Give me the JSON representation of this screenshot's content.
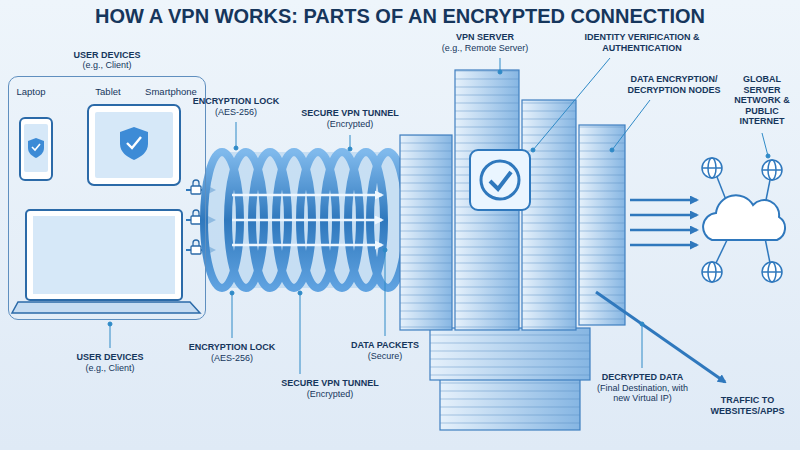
{
  "diagram": {
    "title": "HOW A VPN WORKS: PARTS OF AN ENCRYPTED CONNECTION",
    "nodes": [
      {
        "text": [
          "USER DEVICES (e.g., Client)"
        ]
      }
    ],
    "labels": [
      "Laptop",
      "Tablet",
      "Smartphone",
      "ENCRYPTION LOCK (AES-256)",
      "SECURE VPN TUNNEL (Encrypted)",
      "VPN SERVER (e.g., Remote Server)",
      "IDENTITY VERIFICATION & AUTHENTICATION",
      "DATA ENCRYPTION/ DECRYPTION NODES",
      "GLOBAL SERVER NETWORK & PUBLIC INTERNET",
      "USER DEVICES (e.g., Client)",
      "ENCRYPTION LOCK (AES-256)",
      "DATA PACKETS (Secure)",
      "SECURE VPN TUNNEL (Encrypted)",
      "DECRYPTED DATA (Final Destination, with new Virtual IP)",
      "TRAFFIC TO WEBSITES/APPS"
    ]
  }
}
